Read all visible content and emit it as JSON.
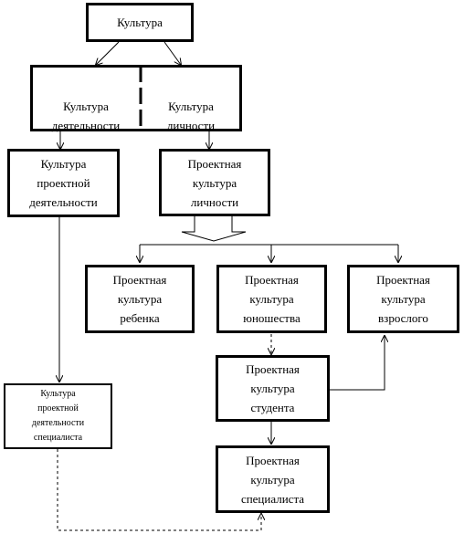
{
  "nodes": {
    "kultura": "Культура",
    "kultura_deyatelnosti": "Культура\nдеятельности",
    "kultura_lichnosti": "Культура\nличности",
    "kultura_proektnoy_deyatelnosti": "Культура\nпроектной\nдеятельности",
    "proektnaya_kultura_lichnosti": "Проектная\nкультура\nличности",
    "proektnaya_kultura_rebenka": "Проектная\nкультура\nребенка",
    "proektnaya_kultura_yunoshestva": "Проектная\nкультура\nюношества",
    "proektnaya_kultura_vzroslogo": "Проектная\nкультура\nвзрослого",
    "proektnaya_kultura_studenta": "Проектная\nкультура\nстудента",
    "kultura_proektnoy_deyatelnosti_spetsialista": "Культура\nпроектной\nдеятельности\nспециалиста",
    "proektnaya_kultura_spetsialista": "Проектная\nкультура\nспециалиста"
  },
  "colors": {
    "line": "#000000",
    "background": "#ffffff"
  }
}
